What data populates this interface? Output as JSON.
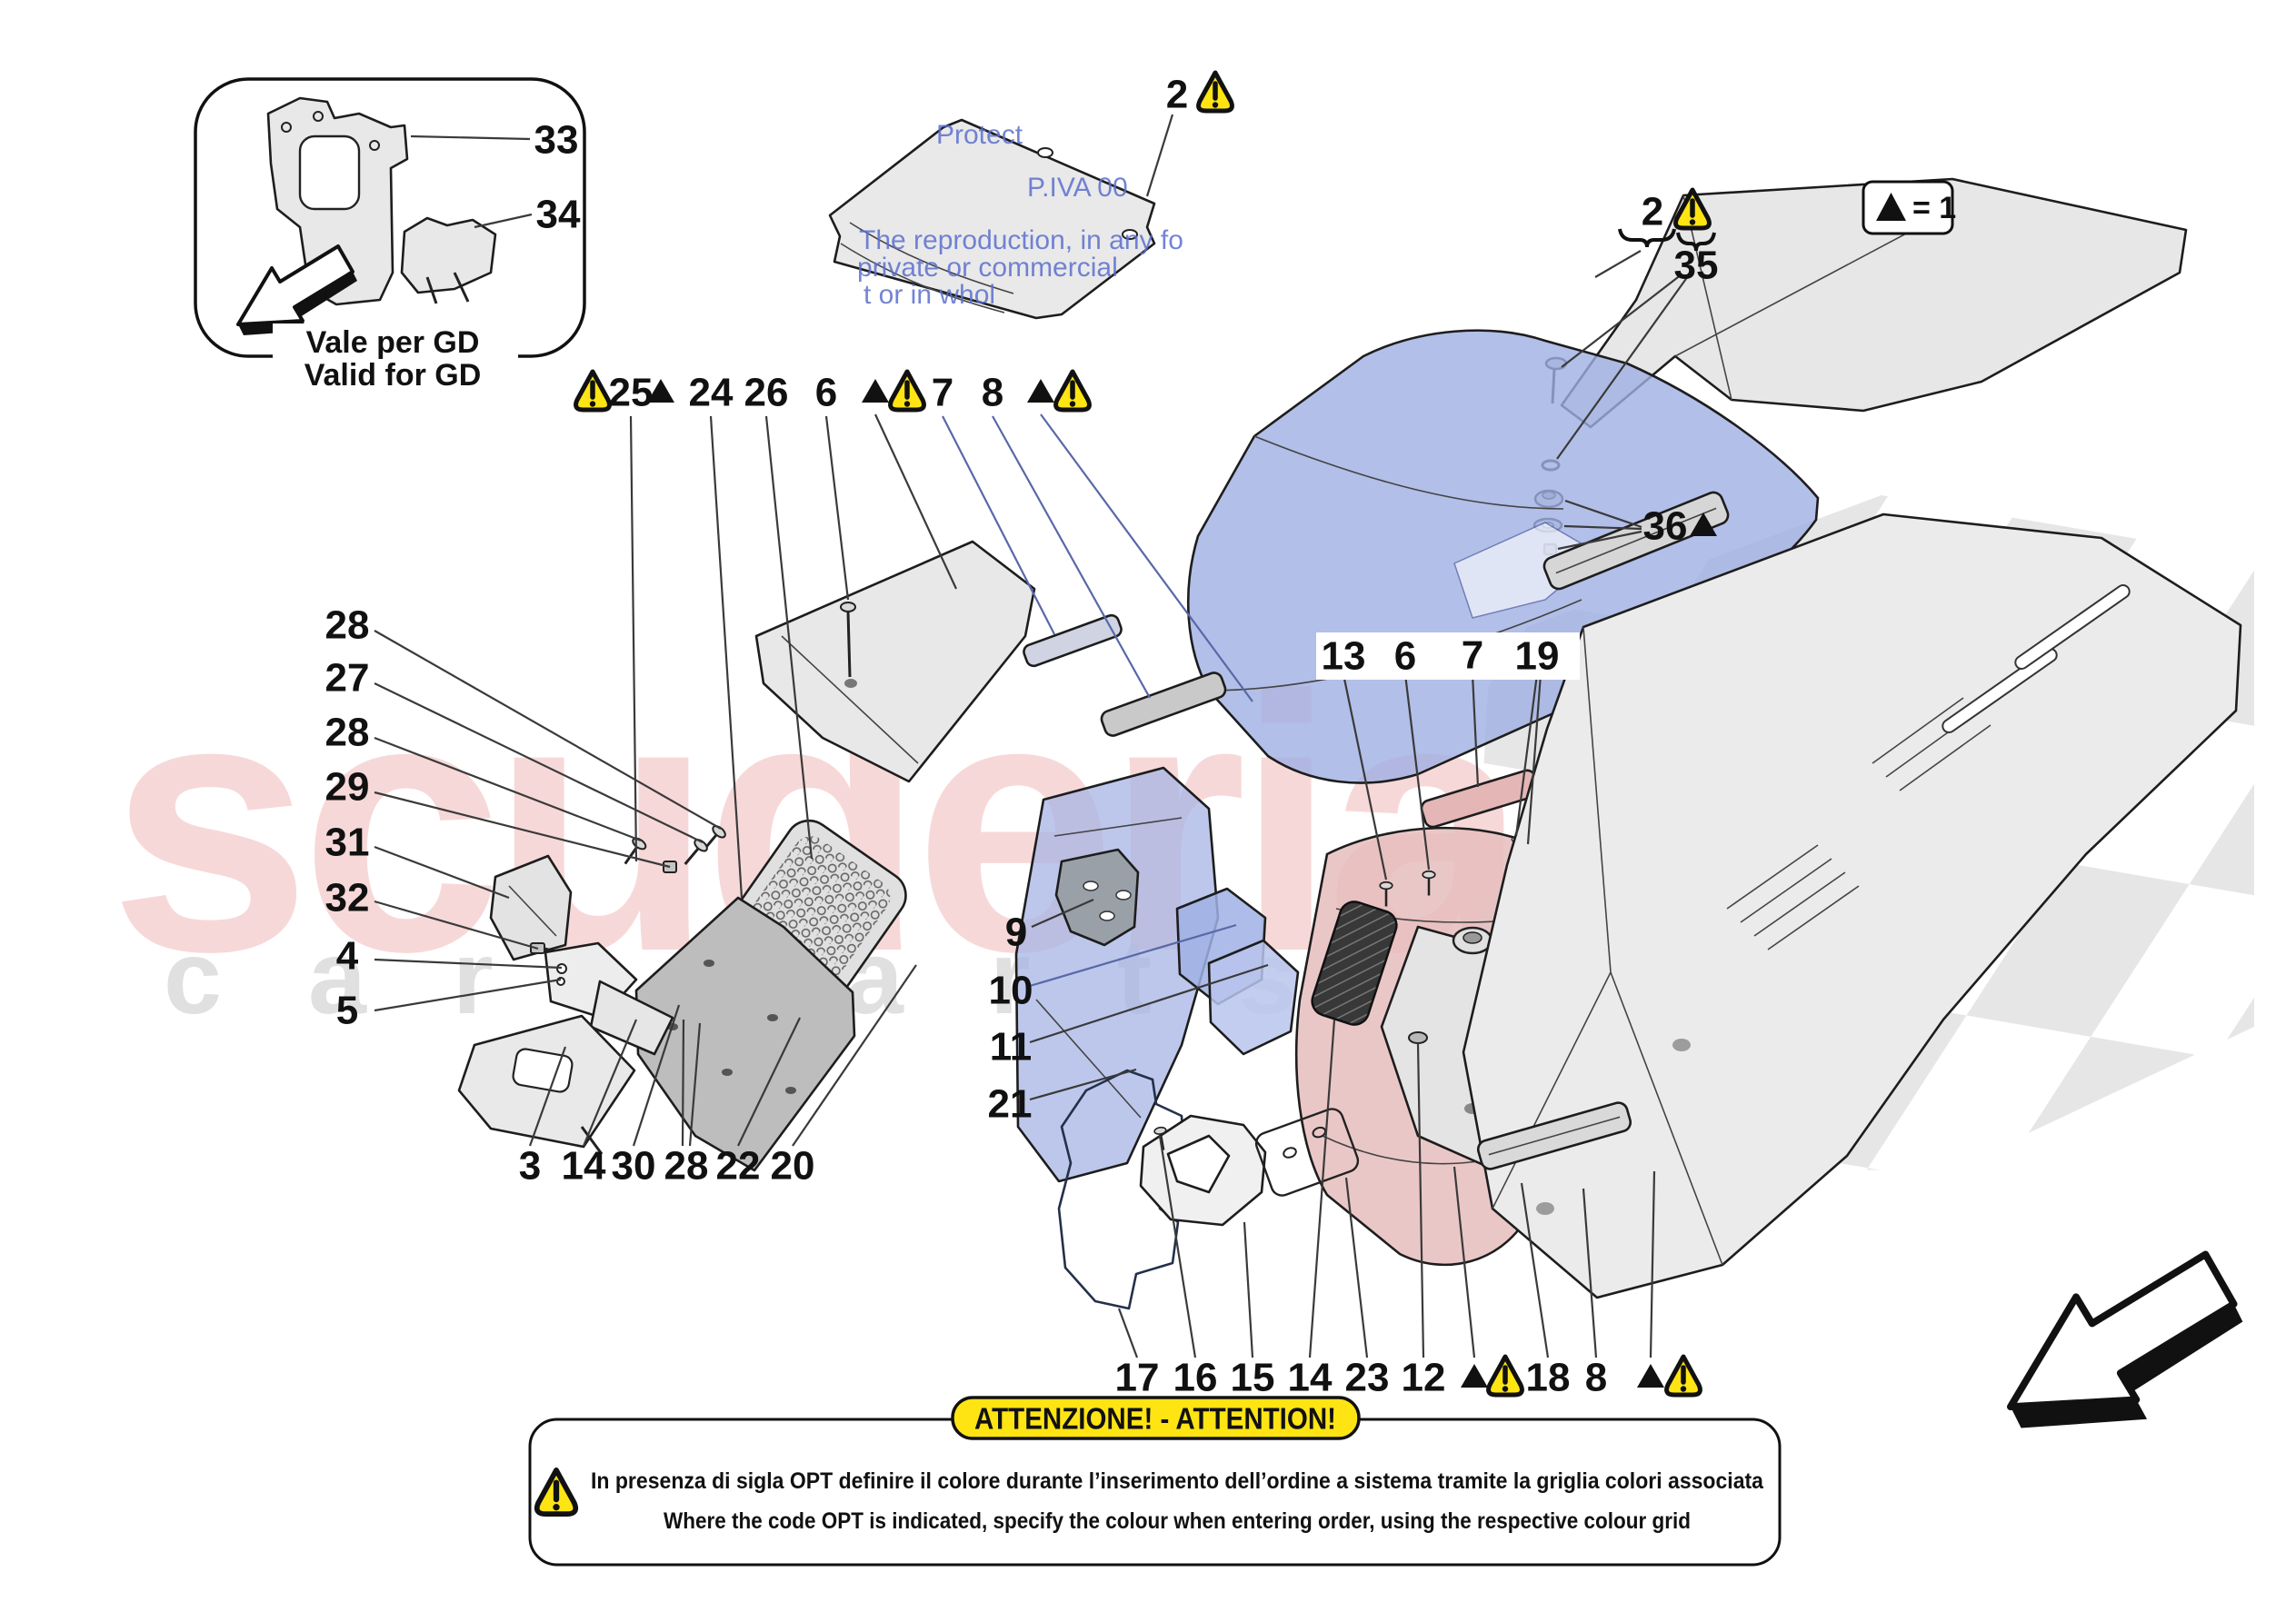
{
  "brand_watermark": {
    "word1": "scuderia",
    "word2": "car parts",
    "color_word1": "#f2b9b9",
    "color_word2": "#d9d9d9"
  },
  "copyright_watermark": {
    "color": "#5b6fce",
    "lines": [
      "Protect",
      "P.IVA 00",
      "The reproduction, in any fo",
      "private or commercial",
      "t or in whol"
    ]
  },
  "inset": {
    "callout_33": "33",
    "callout_34": "34",
    "note_it": "Vale per GD",
    "note_en": "Valid for GD"
  },
  "legend": {
    "value": "= 1"
  },
  "callouts": {
    "top_mat_num": "2",
    "group35_num": "2",
    "group35_sub": "35",
    "fastener_group": "36",
    "top_row": [
      "25",
      "24",
      "26",
      "6",
      "7",
      "8"
    ],
    "left_col": [
      "28",
      "27",
      "28",
      "29",
      "31",
      "32",
      "4",
      "5"
    ],
    "bottom_left_row": [
      "3",
      "14",
      "30",
      "28",
      "22",
      "20"
    ],
    "mid_col": [
      "9",
      "10",
      "11",
      "21"
    ],
    "mid_row": [
      "13",
      "6",
      "7",
      "19"
    ],
    "bottom_row": [
      "17",
      "16",
      "15",
      "14",
      "23",
      "12",
      "18",
      "8"
    ]
  },
  "attention": {
    "title": "ATTENZIONE! - ATTENTION!",
    "line_it": "In presenza di sigla OPT definire il colore durante l’inserimento dell’ordine a sistema tramite la griglia colori associata",
    "line_en": "Where the code OPT is indicated, specify the colour when entering order, using the respective colour grid",
    "pill_color": "#ffe414"
  }
}
